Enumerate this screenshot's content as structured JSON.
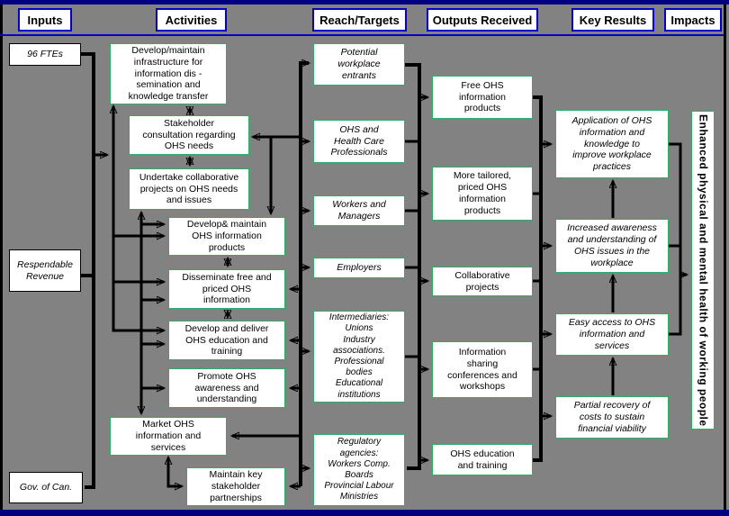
{
  "header": {
    "columns": [
      "Inputs",
      "Activities",
      "Reach/Targets",
      "Outputs Received",
      "Key Results",
      "Impacts"
    ]
  },
  "inputs": {
    "items": [
      "96 FTEs",
      "Respendable\nRevenue",
      "Gov. of Can."
    ]
  },
  "activities": {
    "items": [
      "Develop/maintain\ninfrastructure for\ninformation dis -\nsemination and\nknowledge transfer",
      "Stakeholder\nconsultation regarding\nOHS needs",
      "Undertake collaborative\nprojects on OHS needs\nand issues",
      "Develop& maintain\nOHS information\nproducts",
      "Disseminate free and\npriced OHS\ninformation",
      "Develop and deliver\nOHS education and\ntraining",
      "Promote OHS\nawareness and\nunderstanding",
      "Market OHS\ninformation and\nservices",
      "Maintain key\nstakeholder\npartnerships"
    ]
  },
  "reach": {
    "items": [
      "Potential\nworkplace\nentrants",
      "OHS and\nHealth Care\nProfessionals",
      "Workers and\nManagers",
      "Employers",
      "Intermediaries:\nUnions\nIndustry\nassociations.\nProfessional\nbodies\nEducational\ninstitutions",
      "Regulatory\nagencies:\nWorkers Comp.\nBoards\nProvincial Labour\nMinistries"
    ]
  },
  "outputs": {
    "items": [
      "Free OHS\ninformation\nproducts",
      "More tailored,\npriced OHS\ninformation\nproducts",
      "Collaborative\nprojects",
      "Information\nsharing\nconferences and\nworkshops",
      "OHS education\nand training"
    ]
  },
  "key_results": {
    "items": [
      "Application of OHS\ninformation and\nknowledge to\nimprove workplace\npractices",
      "Increased awareness\nand understanding of\nOHS issues in the\nworkplace",
      "Easy access to OHS\ninformation and\nservices",
      "Partial recovery of\ncosts to sustain\nfinancial viability"
    ]
  },
  "impacts": {
    "label": "Enhanced physical and mental health of working people"
  },
  "colors": {
    "page_background": "#828282",
    "box_fill": "#ffffff",
    "box_border_green": "#2eae60",
    "inputs_box_border": "#000000",
    "header_border_blue": "#0000c8",
    "top_bottom_bar_navy": "#000080",
    "connector_black": "#000000",
    "text": "#000000"
  }
}
